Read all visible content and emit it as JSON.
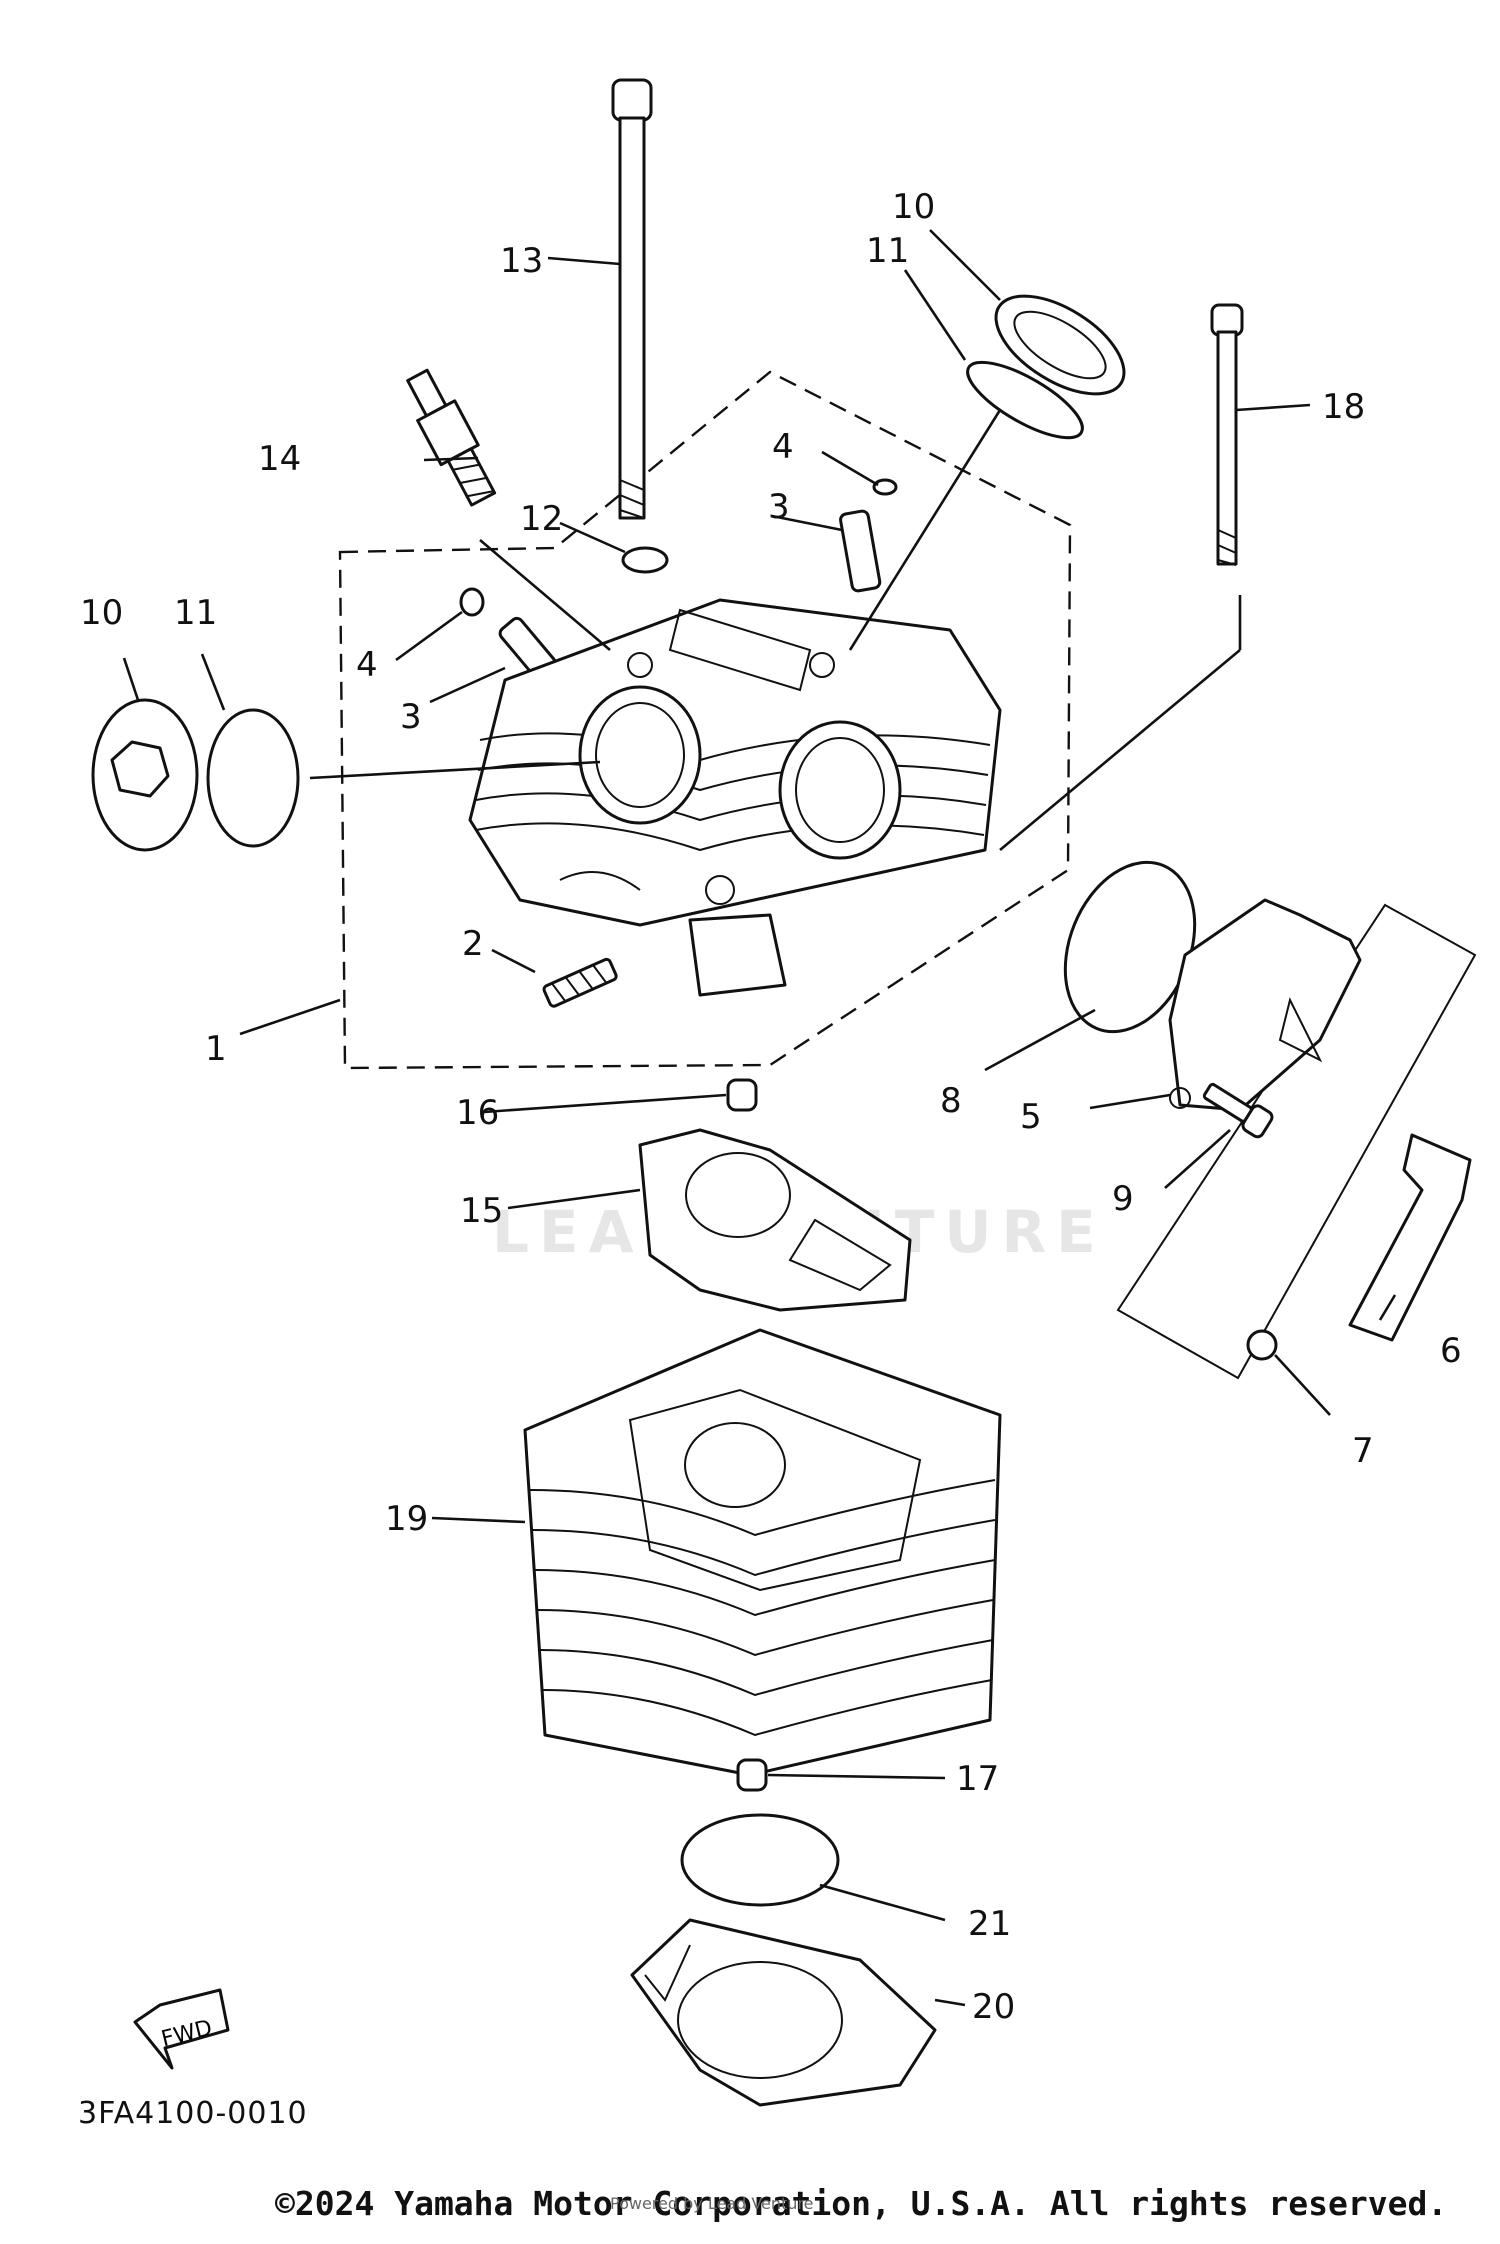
{
  "diagram": {
    "code": "3FA4100-0010",
    "direction_label": "FWD",
    "copyright": "©2024 Yamaha Motor Corporation, U.S.A. All rights reserved.",
    "powered_by": "Powered by Lead Venture",
    "watermark": "LEAD VENTURE",
    "callouts": [
      {
        "id": "c1",
        "label": "1"
      },
      {
        "id": "c2",
        "label": "2"
      },
      {
        "id": "c3a",
        "label": "3"
      },
      {
        "id": "c3b",
        "label": "3"
      },
      {
        "id": "c4a",
        "label": "4"
      },
      {
        "id": "c4b",
        "label": "4"
      },
      {
        "id": "c5",
        "label": "5"
      },
      {
        "id": "c6",
        "label": "6"
      },
      {
        "id": "c7",
        "label": "7"
      },
      {
        "id": "c8",
        "label": "8"
      },
      {
        "id": "c9",
        "label": "9"
      },
      {
        "id": "c10a",
        "label": "10"
      },
      {
        "id": "c10b",
        "label": "10"
      },
      {
        "id": "c11a",
        "label": "11"
      },
      {
        "id": "c11b",
        "label": "11"
      },
      {
        "id": "c12",
        "label": "12"
      },
      {
        "id": "c13",
        "label": "13"
      },
      {
        "id": "c14",
        "label": "14"
      },
      {
        "id": "c15",
        "label": "15"
      },
      {
        "id": "c16",
        "label": "16"
      },
      {
        "id": "c17",
        "label": "17"
      },
      {
        "id": "c18",
        "label": "18"
      },
      {
        "id": "c19",
        "label": "19"
      },
      {
        "id": "c20",
        "label": "20"
      },
      {
        "id": "c21",
        "label": "21"
      }
    ]
  }
}
